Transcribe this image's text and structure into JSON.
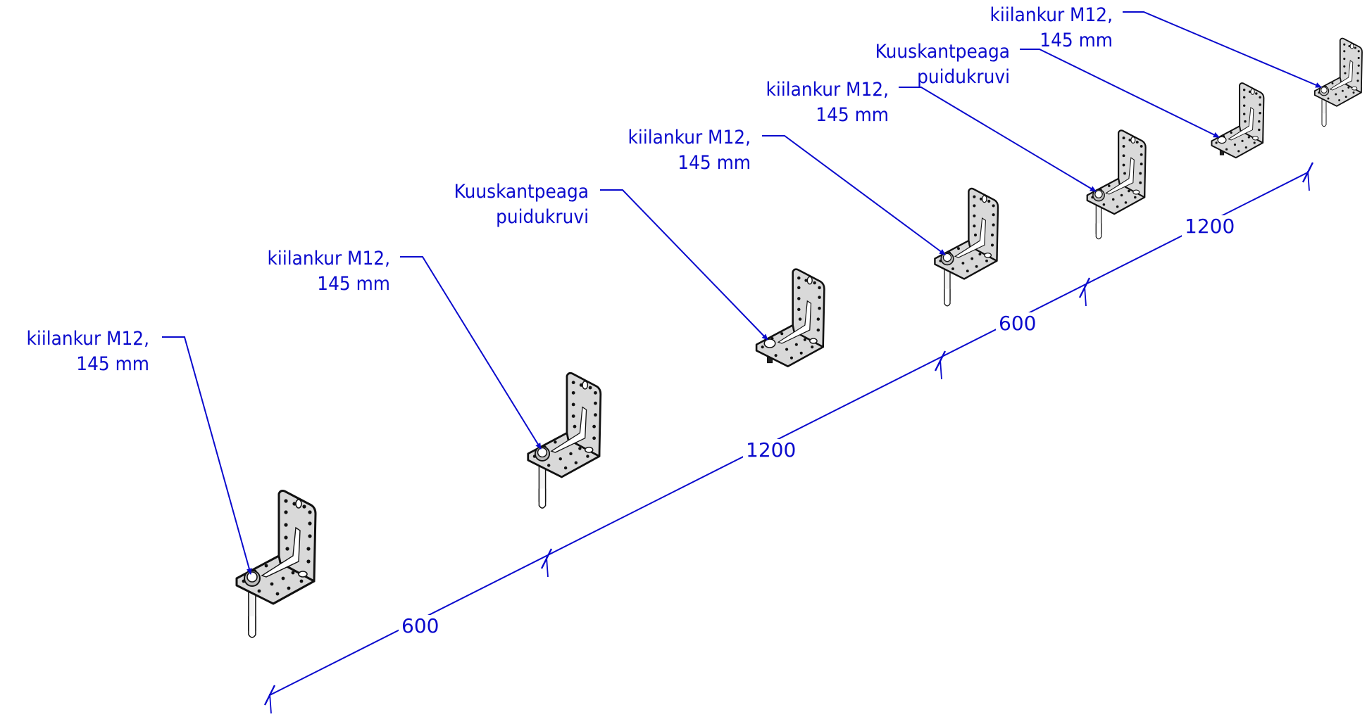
{
  "diagram": {
    "title": "",
    "colors": {
      "annotation": "#0a0acd",
      "bracket_fill": "#d9d9d9",
      "bracket_outline": "#111111",
      "background": "#ffffff"
    },
    "callouts": [
      {
        "id": "c1",
        "line1": "kiilankur  M12,",
        "line2": "145 mm",
        "target": "bracket-1"
      },
      {
        "id": "c2",
        "line1": "kiilankur  M12,",
        "line2": "145 mm",
        "target": "bracket-2"
      },
      {
        "id": "c3",
        "line1": "Kuuskantpeaga",
        "line2": "puidukruvi",
        "target": "bracket-3"
      },
      {
        "id": "c4",
        "line1": "kiilankur  M12,",
        "line2": "145 mm",
        "target": "bracket-4"
      },
      {
        "id": "c5",
        "line1": "kiilankur  M12,",
        "line2": "145 mm",
        "target": "bracket-5"
      },
      {
        "id": "c6",
        "line1": "Kuuskantpeaga",
        "line2": "puidukruvi",
        "target": "bracket-6"
      },
      {
        "id": "c7",
        "line1": "kiilankur  M12,",
        "line2": "145 mm",
        "target": "bracket-7"
      }
    ],
    "brackets": [
      {
        "id": "bracket-1",
        "fastener": "anchor"
      },
      {
        "id": "bracket-2",
        "fastener": "anchor"
      },
      {
        "id": "bracket-3",
        "fastener": "screw"
      },
      {
        "id": "bracket-4",
        "fastener": "anchor"
      },
      {
        "id": "bracket-5",
        "fastener": "anchor"
      },
      {
        "id": "bracket-6",
        "fastener": "screw"
      },
      {
        "id": "bracket-7",
        "fastener": "anchor"
      }
    ],
    "dimensions": {
      "unit": "mm",
      "segments": [
        {
          "value": "600"
        },
        {
          "value": "1200"
        },
        {
          "value": "600"
        },
        {
          "value": "1200"
        }
      ]
    }
  }
}
